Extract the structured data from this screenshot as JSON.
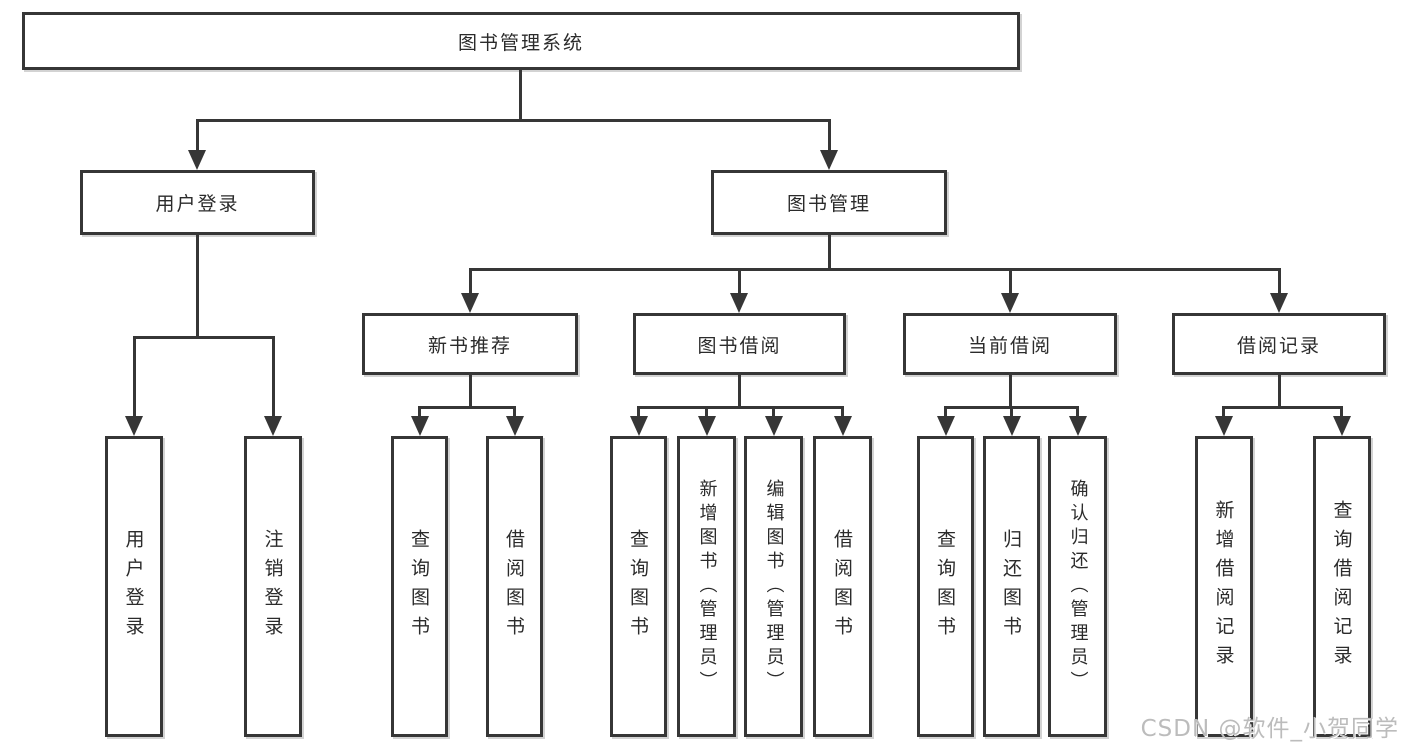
{
  "diagram": {
    "title": "图书管理系统",
    "children": [
      {
        "label": "用户登录",
        "children": [
          {
            "label": "用户登录"
          },
          {
            "label": "注销登录"
          }
        ]
      },
      {
        "label": "图书管理",
        "children": [
          {
            "label": "新书推荐",
            "children": [
              {
                "label": "查询图书"
              },
              {
                "label": "借阅图书"
              }
            ]
          },
          {
            "label": "图书借阅",
            "children": [
              {
                "label": "查询图书"
              },
              {
                "label": "新增图书（管理员）"
              },
              {
                "label": "编辑图书（管理员）"
              },
              {
                "label": "借阅图书"
              }
            ]
          },
          {
            "label": "当前借阅",
            "children": [
              {
                "label": "查询图书"
              },
              {
                "label": "归还图书"
              },
              {
                "label": "确认归还（管理员）"
              }
            ]
          },
          {
            "label": "借阅记录",
            "children": [
              {
                "label": "新增借阅记录"
              },
              {
                "label": "查询借阅记录"
              }
            ]
          }
        ]
      }
    ]
  },
  "watermark": {
    "text": "CSDN @软件_小贺同学"
  },
  "colors": {
    "background": "#ffffff",
    "line": "#363636",
    "box_border": "#363636",
    "text": "#2b2b2b",
    "watermark": "#bcbcbc"
  }
}
